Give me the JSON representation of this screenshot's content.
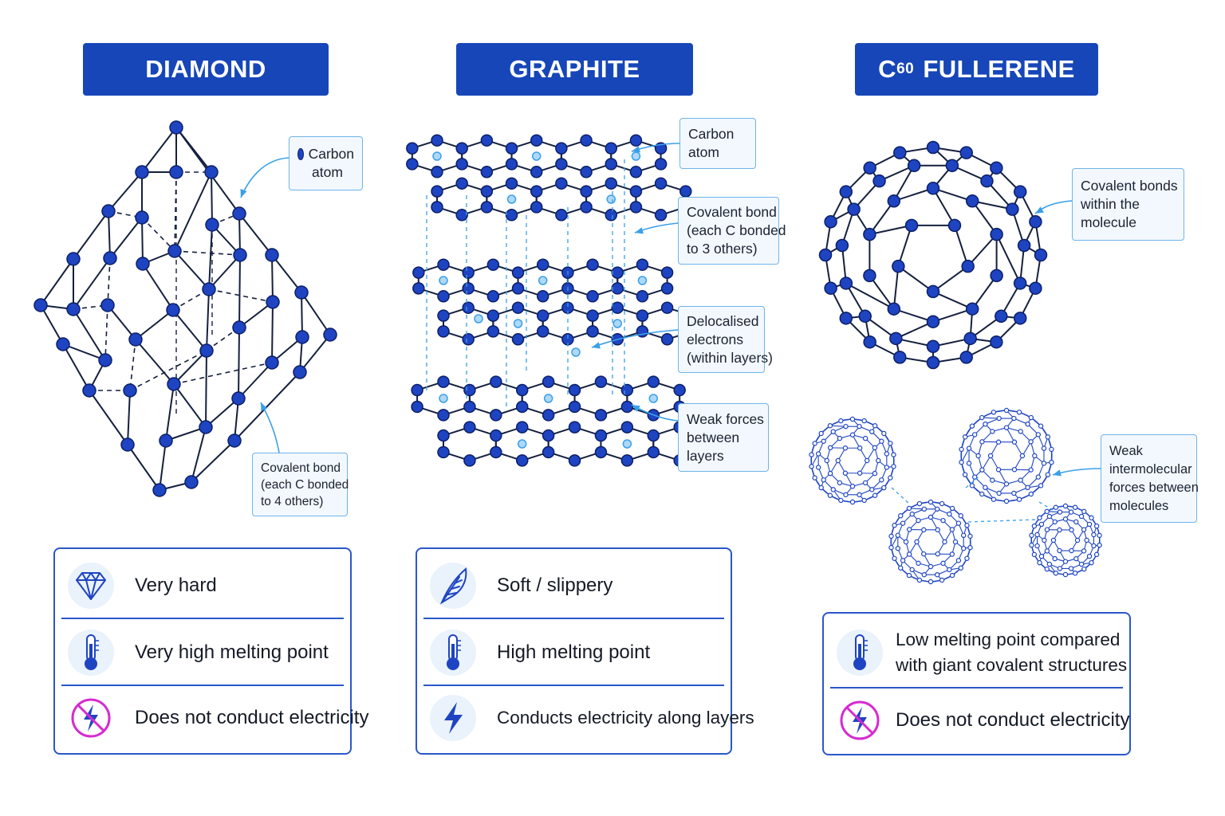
{
  "titles": {
    "diamond": "DIAMOND",
    "graphite": "GRAPHITE",
    "fullerene_prefix": "C",
    "fullerene_sub": "60",
    "fullerene_rest": " FULLERENE"
  },
  "callouts": {
    "diamond_atom": [
      "Carbon",
      "atom"
    ],
    "diamond_bond": [
      "Covalent bond",
      "(each C bonded",
      "to 4 others)"
    ],
    "graphite_atom": [
      "Carbon",
      "atom"
    ],
    "graphite_bond": [
      "Covalent bond",
      "(each C bonded",
      "to 3 others)"
    ],
    "graphite_electrons": [
      "Delocalised",
      "electrons",
      "(within layers)"
    ],
    "graphite_forces": [
      "Weak forces",
      "between",
      "layers"
    ],
    "fullerene_bonds": [
      "Covalent bonds",
      "within the",
      "molecule"
    ],
    "fullerene_forces": [
      "Weak",
      "intermolecular",
      "forces between",
      "molecules"
    ]
  },
  "properties": {
    "diamond": [
      {
        "icon": "diamond-gem-icon",
        "text": [
          "Very hard"
        ]
      },
      {
        "icon": "thermometer-icon",
        "text": [
          "Very high melting point"
        ]
      },
      {
        "icon": "no-electricity-icon",
        "text": [
          "Does not conduct electricity"
        ]
      }
    ],
    "graphite": [
      {
        "icon": "feather-icon",
        "text": [
          "Soft / slippery"
        ]
      },
      {
        "icon": "thermometer-icon",
        "text": [
          "High melting point"
        ]
      },
      {
        "icon": "lightning-bolt-icon",
        "text": [
          "Conducts electricity along layers"
        ]
      }
    ],
    "fullerene": [
      {
        "icon": "thermometer-icon",
        "text": [
          "Low melting point compared",
          "with giant covalent structures"
        ]
      },
      {
        "icon": "no-electricity-icon",
        "text": [
          "Does not conduct electricity"
        ]
      }
    ]
  },
  "colors": {
    "title_bg": "#1646b8",
    "atom": "#1e44c2",
    "bond": "#14203e",
    "electron": "#3aa0e8",
    "callout_border": "#6fb4ea",
    "panel_border": "#2a57c9",
    "no_symbol": "#d62bd0"
  }
}
